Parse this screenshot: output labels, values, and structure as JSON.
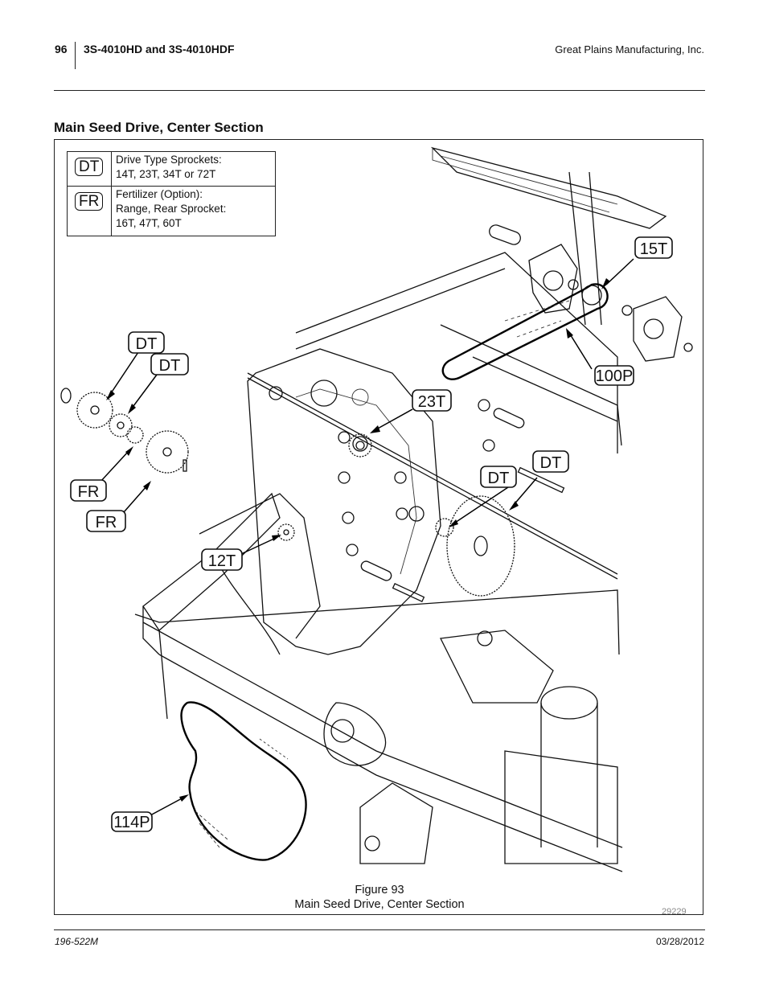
{
  "header": {
    "page_number": "96",
    "doc_title": "3S-4010HD and 3S-4010HDF",
    "company": "Great Plains Manufacturing, Inc."
  },
  "section_title": "Main Seed Drive, Center Section",
  "legend": [
    {
      "code": "DT",
      "line1": "Drive Type Sprockets:",
      "line2": "14T, 23T, 34T or 72T",
      "line3": ""
    },
    {
      "code": "FR",
      "line1": "Fertilizer (Option):",
      "line2": "Range, Rear Sprocket:",
      "line3": "16T, 47T, 60T"
    }
  ],
  "callouts": {
    "c15t": "15T",
    "c100p": "100P",
    "c23t": "23T",
    "dt_a": "DT",
    "dt_b": "DT",
    "dt_c": "DT",
    "dt_d": "DT",
    "fr_a": "FR",
    "fr_b": "FR",
    "c12t": "12T",
    "c114p": "114P"
  },
  "figure": {
    "label": "Figure 93",
    "caption": "Main Seed Drive, Center Section",
    "art_number": "29229"
  },
  "footer": {
    "doc_number": "196-522M",
    "date": "03/28/2012"
  }
}
